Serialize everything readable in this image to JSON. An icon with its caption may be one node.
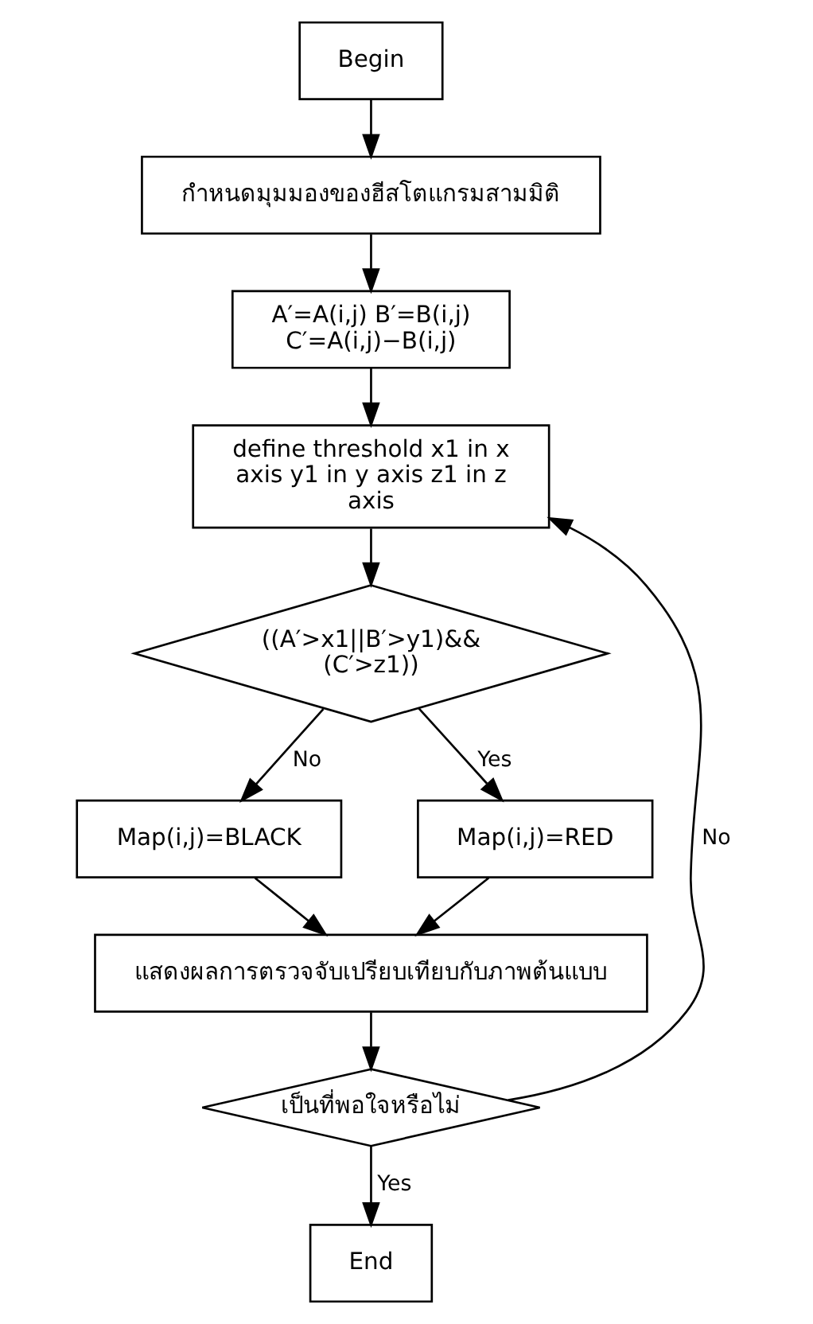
{
  "diagram": {
    "nodes": [
      {
        "text": [
          "Begin"
        ]
      },
      {
        "text": [
          "กำหนดมุมมองของฮีสโตแกรมสามมิติ"
        ]
      },
      {
        "text": [
          "A′=A(i,j) B′=B(i,j) C′=A(i,j)−B(i,j)"
        ]
      },
      {
        "text": [
          "define threshold x1 in x axis y1 in y axis z1 in z axis"
        ]
      },
      {
        "text": [
          "((A′>x1||B′>y1)&& (C′>z1))"
        ]
      },
      {
        "text": [
          "Map(i,j)=BLACK"
        ]
      },
      {
        "text": [
          "Map(i,j)=RED"
        ]
      },
      {
        "text": [
          "แสดงผลการตรวจจับเปรียบเทียบกับภาพต้นแบบ"
        ]
      },
      {
        "text": [
          "เป็นที่พอใจหรือไม่"
        ]
      },
      {
        "text": [
          "End"
        ]
      }
    ],
    "edges": [
      {
        "from": 0,
        "to": 1,
        "arrow": "to"
      },
      {
        "from": 1,
        "to": 2,
        "arrow": "to"
      },
      {
        "from": 2,
        "to": 3,
        "arrow": "to"
      },
      {
        "from": 3,
        "to": 4,
        "arrow": "to"
      },
      {
        "from": 4,
        "to": 5,
        "arrow": "to",
        "label": "No"
      },
      {
        "from": 4,
        "to": 6,
        "arrow": "to",
        "label": "Yes"
      },
      {
        "from": 5,
        "to": 7,
        "arrow": "to"
      },
      {
        "from": 6,
        "to": 7,
        "arrow": "to"
      },
      {
        "from": 7,
        "to": 8,
        "arrow": "to"
      },
      {
        "from": 8,
        "to": 3,
        "arrow": "to",
        "label": "No"
      },
      {
        "from": 8,
        "to": 9,
        "arrow": "to",
        "label": "Yes"
      }
    ]
  }
}
